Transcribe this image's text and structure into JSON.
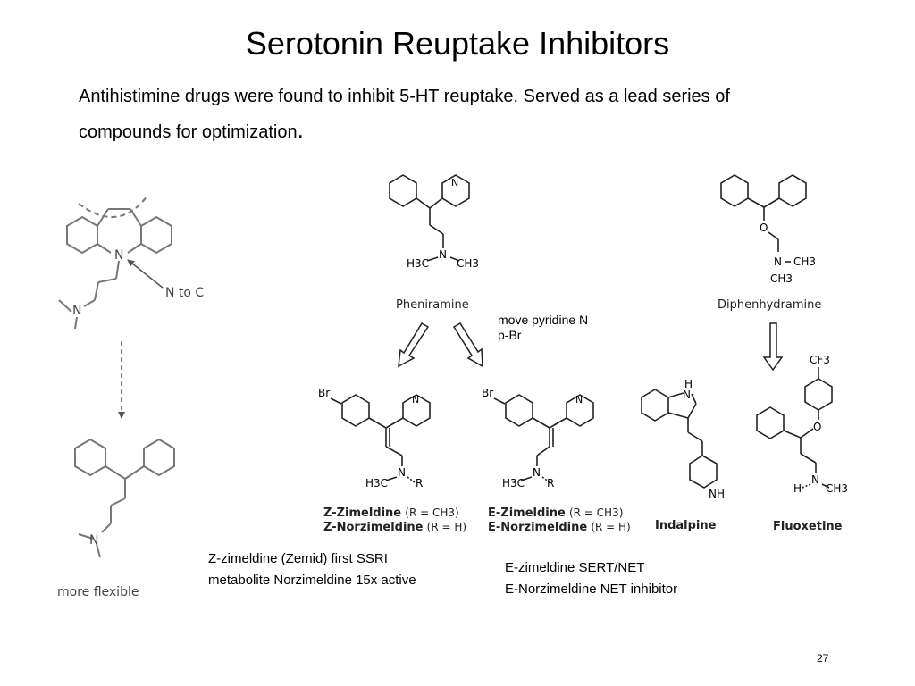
{
  "slide": {
    "title": "Serotonin Reuptake Inhibitors",
    "intro_line1": "Antihistimine drugs were found to inhibit 5-HT reuptake. Served as a lead series of",
    "intro_line2": "compounds for optimization",
    "intro_end": ".",
    "page_number": "27"
  },
  "structures": {
    "imipramine_like": {
      "n_to_c_label": "N to C",
      "atom_n": "N"
    },
    "flexible": {
      "label": "more flexible",
      "atom_n": "N"
    },
    "pheniramine": {
      "name": "Pheniramine",
      "n_label": "N",
      "h3c": "H3C",
      "ch3": "CH3",
      "py_n": "N"
    },
    "diphenhydramine": {
      "name": "Diphenhydramine",
      "o_label": "O",
      "n_label": "N",
      "ch3": "CH3"
    },
    "zimeldine_z": {
      "name1": "Z-Zimeldine",
      "sub1": "(R = CH3)",
      "name2": "Z-Norzimeldine",
      "sub2": "(R = H)",
      "br": "Br",
      "n_label": "N",
      "r_label": "R",
      "h3c": "H3C",
      "py_n": "N"
    },
    "zimeldine_e": {
      "name1": "E-Zimeldine",
      "sub1": "(R = CH3)",
      "name2": "E-Norzimeldine",
      "sub2": "(R = H)",
      "br": "Br",
      "n_label": "N",
      "r_label": "R",
      "h3c": "H3C",
      "py_n": "N"
    },
    "indalpine": {
      "name": "Indalpine",
      "nh_top": "H",
      "n_top": "N",
      "nh_ring": "NH"
    },
    "fluoxetine": {
      "name": "Fluoxetine",
      "cf3": "CF3",
      "o_label": "O",
      "h": "H",
      "n_label": "N",
      "ch3": "CH3"
    }
  },
  "notes": {
    "pyridine_line1": "move pyridine N",
    "pyridine_line2": "p-Br",
    "z_line1": "Z-zimeldine (Zemid) first SSRI",
    "z_line2": "metabolite Norzimeldine 15x active",
    "e_line1": "E-zimeldine SERT/NET",
    "e_line2": "E-Norzimeldine NET inhibitor"
  }
}
